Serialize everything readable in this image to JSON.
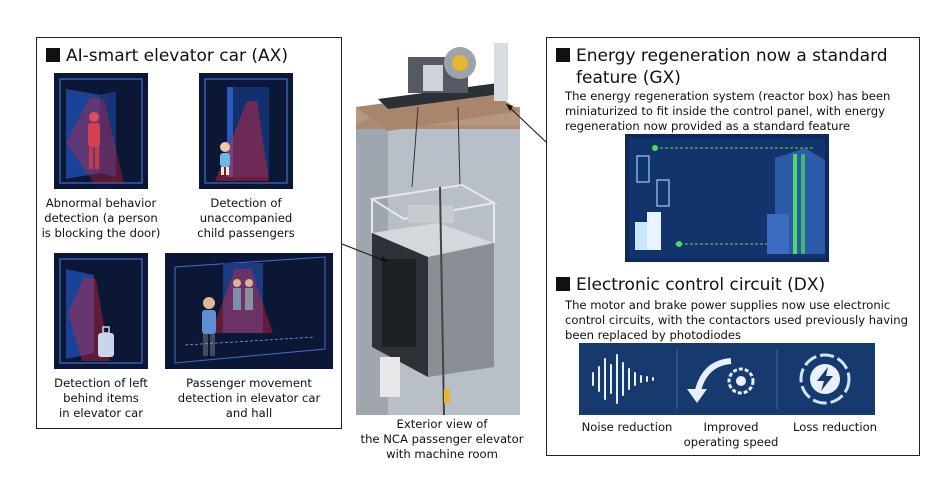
{
  "ax": {
    "title": "AI-smart elevator car (AX)",
    "items": [
      {
        "caption_lines": [
          "Abnormal behavior",
          "detection (a person",
          "is blocking the door)"
        ]
      },
      {
        "caption_lines": [
          "Detection of",
          "unaccompanied",
          "child passengers"
        ]
      },
      {
        "caption_lines": [
          "Detection of left",
          "behind items",
          "in elevator car"
        ]
      },
      {
        "caption_lines": [
          "Passenger movement",
          "detection in elevator car",
          "and hall"
        ]
      }
    ]
  },
  "center": {
    "caption_lines": [
      "Exterior view of",
      "the NCA passenger elevator",
      "with machine room"
    ]
  },
  "gx": {
    "title_lines": [
      "Energy regeneration now a standard",
      "feature (GX)"
    ],
    "desc_lines": [
      "The energy regeneration system (reactor box) has been",
      "miniaturized to fit inside the control panel, with energy",
      "regeneration now provided as a standard feature"
    ]
  },
  "dx": {
    "title": "Electronic control circuit (DX)",
    "desc_lines": [
      "The motor and brake power supplies now use electronic",
      "control circuits, with the contactors used previously having",
      "been replaced by photodiodes"
    ],
    "icons": [
      {
        "label_lines": [
          "Noise reduction"
        ]
      },
      {
        "label_lines": [
          "Improved",
          "operating speed"
        ]
      },
      {
        "label_lines": [
          "Loss reduction"
        ]
      }
    ]
  },
  "colors": {
    "scene_bg": "#0b1734",
    "detect_red": "#e0233a",
    "accent_green": "#4fdc5a",
    "shaft": "#b9bfc6",
    "machine_room_floor": "#a9856c"
  }
}
